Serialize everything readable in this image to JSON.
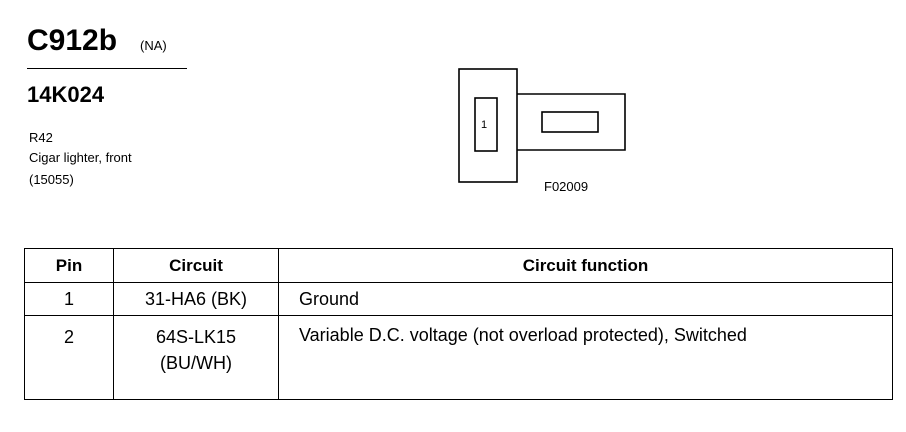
{
  "header": {
    "connector_id": "C912b",
    "connector_note": "(NA)",
    "part_number": "14K024",
    "description_lines": [
      "R42",
      "Cigar lighter, front",
      "(15055)"
    ]
  },
  "diagram": {
    "pin_label": "1",
    "figure_id": "F02009"
  },
  "table": {
    "columns": [
      "Pin",
      "Circuit",
      "Circuit function"
    ],
    "rows": [
      {
        "pin": "1",
        "circuit": [
          "31-HA6 (BK)"
        ],
        "function": "Ground"
      },
      {
        "pin": "2",
        "circuit": [
          "64S-LK15",
          "(BU/WH)"
        ],
        "function": "Variable D.C. voltage (not overload protected), Switched"
      }
    ]
  }
}
